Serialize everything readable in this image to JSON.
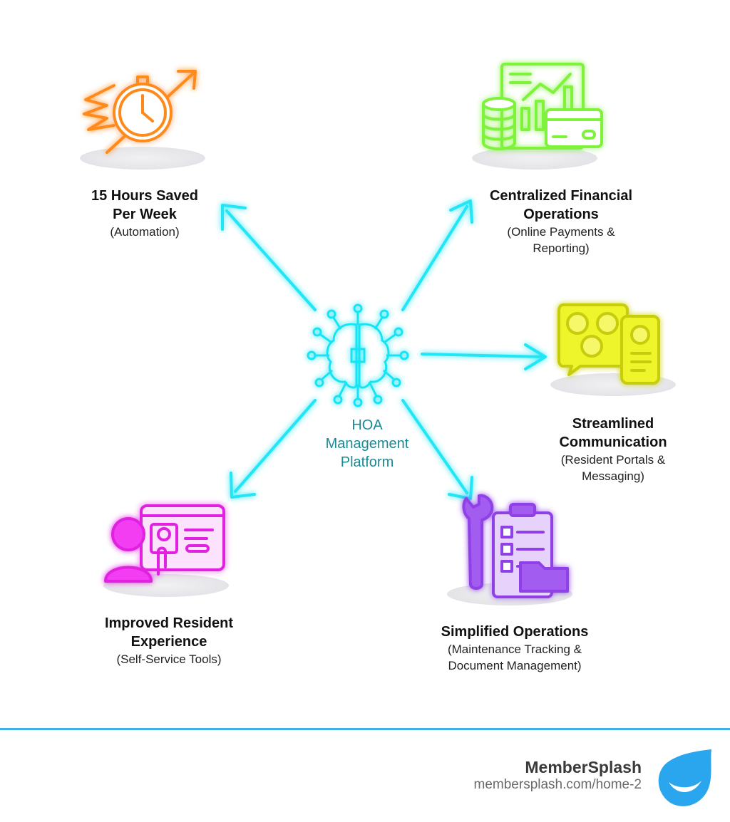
{
  "hub": {
    "label_lines": [
      "HOA",
      "Management",
      "Platform"
    ],
    "icon": "brain-circuit-icon",
    "color": "#16e3f3"
  },
  "nodes": {
    "time": {
      "title_lines": [
        "15 Hours Saved",
        "Per Week"
      ],
      "sub_lines": [
        "(Automation)"
      ],
      "icon": "stopwatch-arrow-icon",
      "color": "#ff8a1c"
    },
    "finance": {
      "title_lines": [
        "Centralized Financial",
        "Operations"
      ],
      "sub_lines": [
        "(Online Payments &",
        "Reporting)"
      ],
      "icon": "finance-dashboard-icon",
      "color": "#7ff23a"
    },
    "communication": {
      "title_lines": [
        "Streamlined",
        "Communication"
      ],
      "sub_lines": [
        "(Resident Portals &",
        "Messaging)"
      ],
      "icon": "chat-portal-icon",
      "color": "#eef52a"
    },
    "operations": {
      "title_lines": [
        "Simplified Operations"
      ],
      "sub_lines": [
        "(Maintenance Tracking &",
        "Document Management)"
      ],
      "icon": "wrench-clipboard-icon",
      "color": "#a35bf0"
    },
    "resident": {
      "title_lines": [
        "Improved Resident",
        "Experience"
      ],
      "sub_lines": [
        "(Self-Service Tools)"
      ],
      "icon": "resident-tablet-icon",
      "color": "#f23ef2"
    }
  },
  "footer": {
    "brand": "MemberSplash",
    "url": "membersplash.com/home-2",
    "accent_color": "#3fb0e8",
    "logo_color": "#2aa6ee"
  }
}
